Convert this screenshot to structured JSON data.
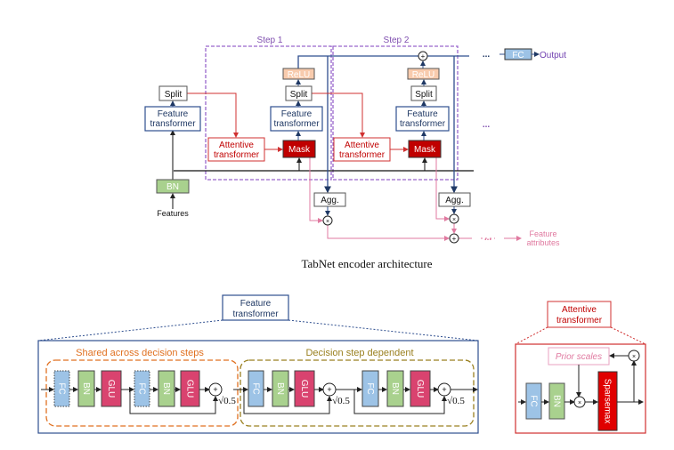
{
  "encoder": {
    "title": "TabNet encoder architecture",
    "step1": "Step 1",
    "step2": "Step 2",
    "split": "Split",
    "feature_transformer": [
      "Feature",
      "transformer"
    ],
    "attentive_transformer": [
      "Attentive",
      "transformer"
    ],
    "mask": "Mask",
    "relu": "ReLU",
    "bn": "BN",
    "features": "Features",
    "agg": "Agg.",
    "fc": "FC",
    "output": "Output",
    "ellipsis": "...",
    "feature_attributes": [
      "Feature",
      "attributes"
    ],
    "plus": "+",
    "times": "×"
  },
  "feature_transformer_detail": {
    "label": [
      "Feature",
      "transformer"
    ],
    "shared_label": "Shared across decision steps",
    "dependent_label": "Decision step dependent",
    "fc": "FC",
    "bn": "BN",
    "glu": "GLU",
    "scale": "√0.5"
  },
  "attentive_transformer_detail": {
    "label": [
      "Attentive",
      "transformer"
    ],
    "prior_scales": "Prior scales",
    "fc": "FC",
    "bn": "BN",
    "sparsemax": "Sparsemax"
  },
  "colors": {
    "fc": "#9dc3e6",
    "bn": "#a9d18e",
    "glu": "#d9436f",
    "mask": "#c00000",
    "relu": "#f8cbad",
    "sparsemax": "#e00000",
    "step": "#9966cc",
    "attention": "#d03030",
    "attribute": "#e07aa0"
  }
}
